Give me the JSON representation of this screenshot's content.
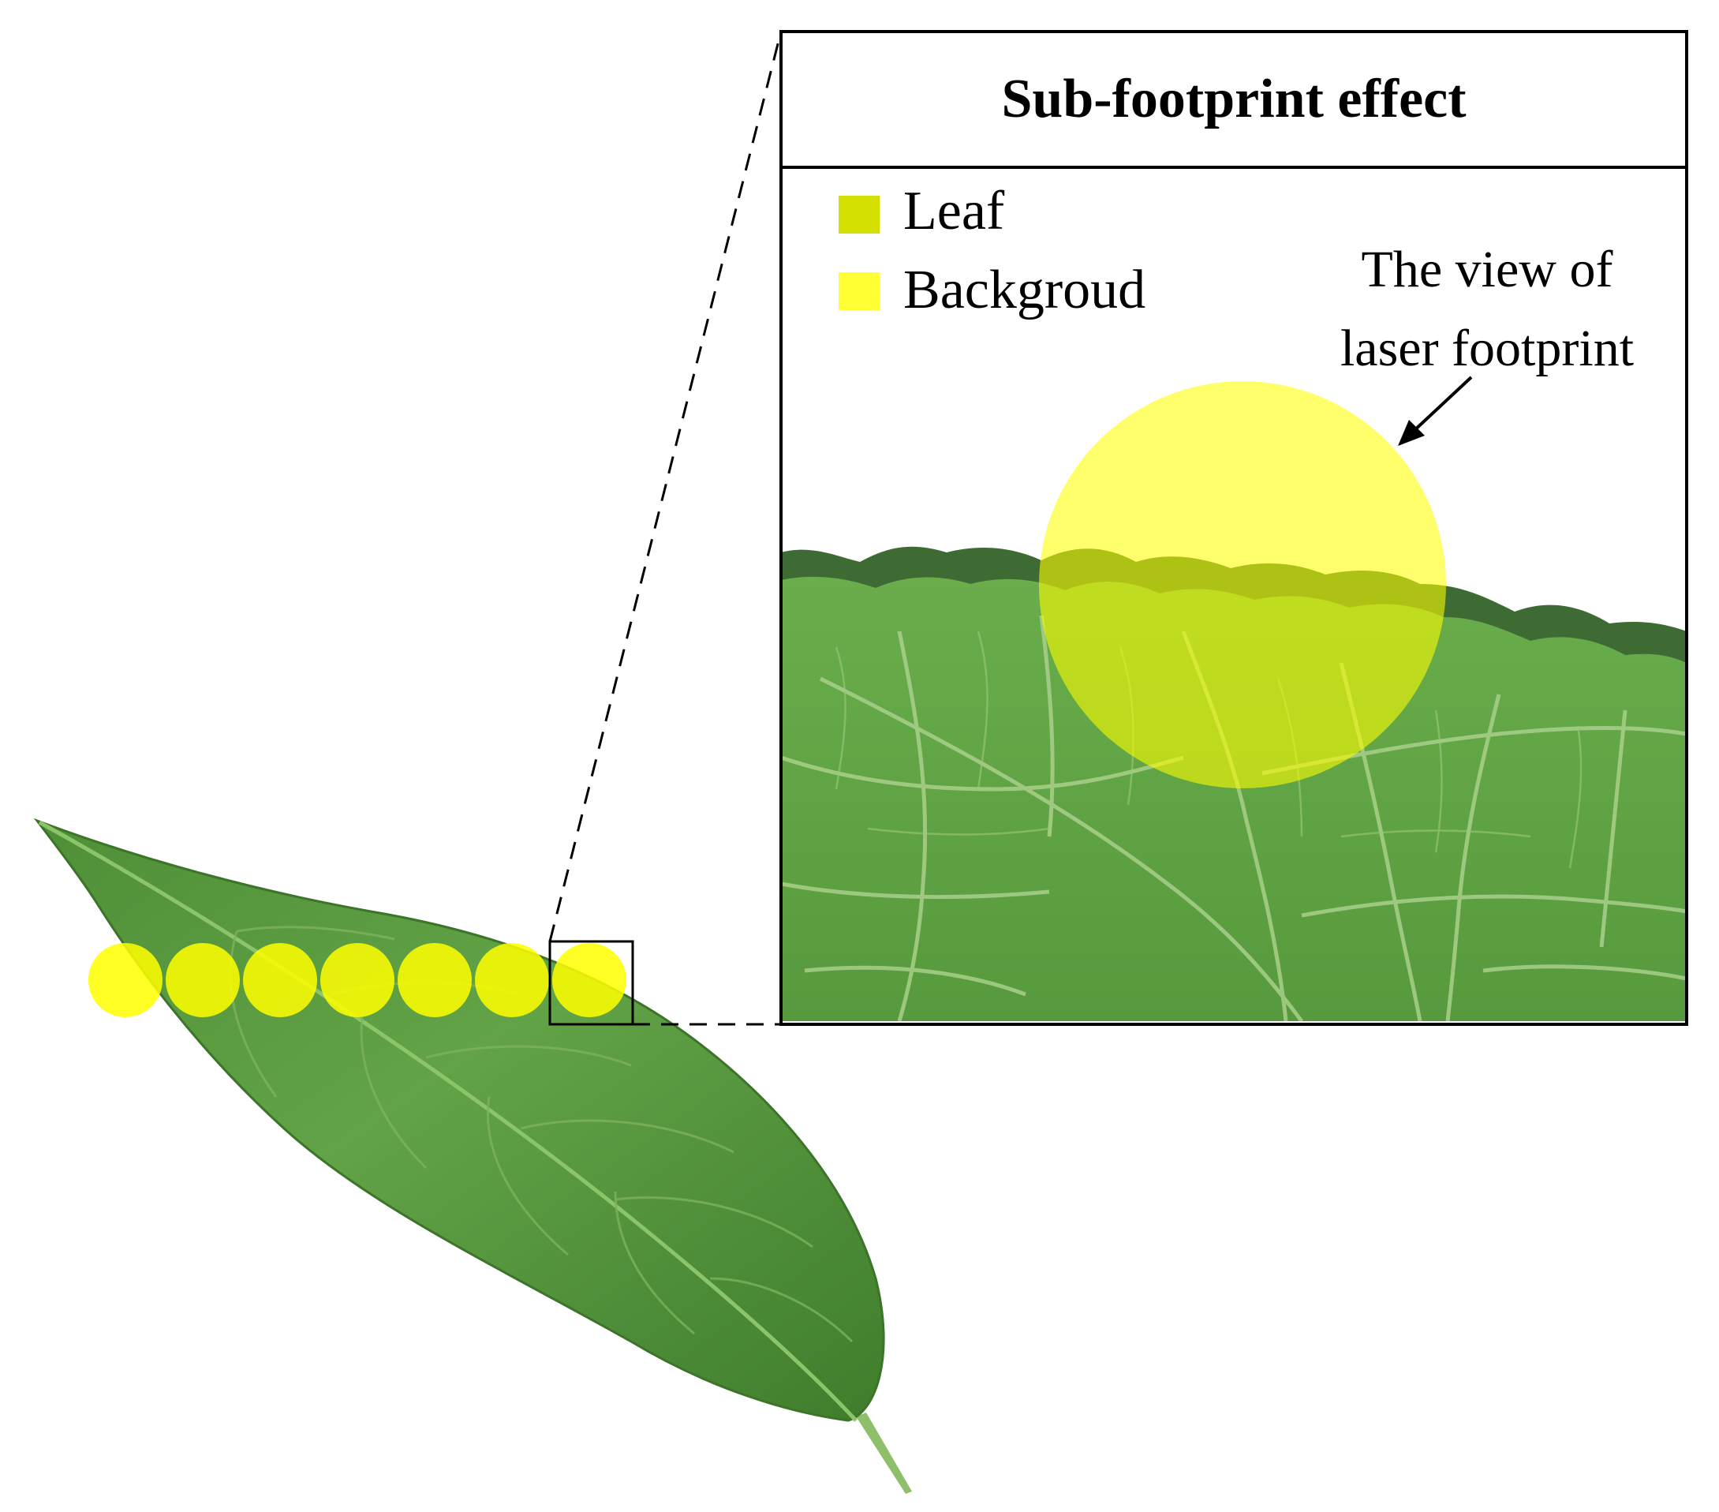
{
  "panel": {
    "title": "Sub-footprint effect"
  },
  "legend": {
    "items": [
      {
        "label": "Leaf",
        "color": "#d4e000"
      },
      {
        "label": "Backgroud",
        "color": "#ffff33"
      }
    ]
  },
  "callout": {
    "line1": "The view of",
    "line2": "laser footprint"
  },
  "colors": {
    "leaf_green": "#5f9e44",
    "leaf_dark": "#3f7a2e",
    "footprint_yellow": "#ffff00",
    "vein": "#a9d08a"
  },
  "footprints": {
    "count": 7
  }
}
